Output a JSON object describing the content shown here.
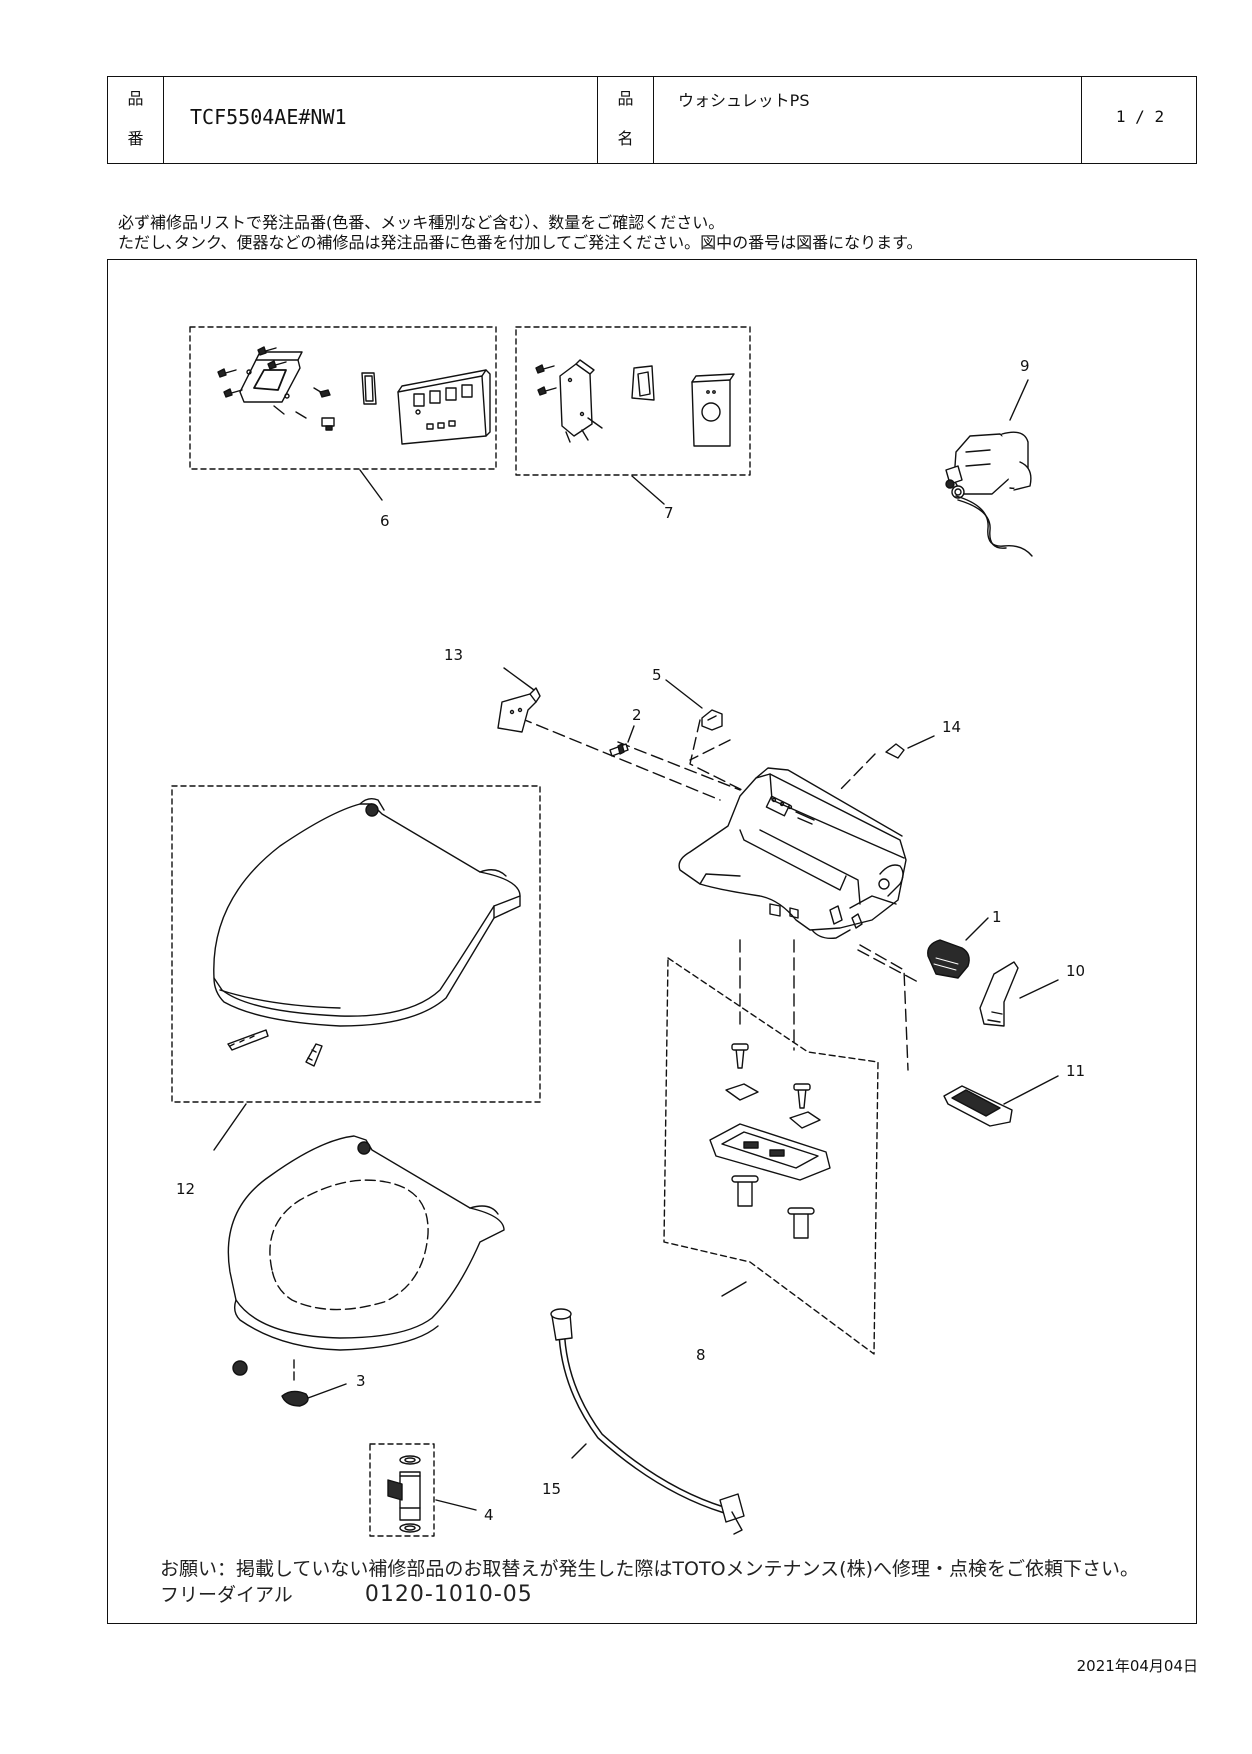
{
  "header": {
    "part_no_label_1": "品",
    "part_no_label_2": "番",
    "part_no": "TCF5504AE#NW1",
    "name_label_1": "品",
    "name_label_2": "名",
    "name": "ウォシュレットPS",
    "page": "1 / 2"
  },
  "notice": {
    "line1": "必ず補修品リストで発注品番(色番、メッキ種別など含む）、数量をご確認ください。",
    "line2": "ただし､タンク、便器などの補修品は発注品番に色番を付加してご発注ください。図中の番号は図番になります。"
  },
  "diagram": {
    "labels": [
      "1",
      "2",
      "3",
      "4",
      "5",
      "6",
      "7",
      "8",
      "9",
      "10",
      "11",
      "12",
      "13",
      "14",
      "15"
    ]
  },
  "footer": {
    "request": "お願い：掲載していない補修部品のお取替えが発生した際はTOTOメンテナンス(株)へ修理・点検をご依頼下さい。",
    "freedial_label": "フリーダイアル",
    "freedial_number": "0120-1010-05",
    "date": "2021年04月04日"
  },
  "colors": {
    "line": "#111111",
    "part_fill": "#ffffff",
    "dark_part": "#2a2a2a"
  }
}
